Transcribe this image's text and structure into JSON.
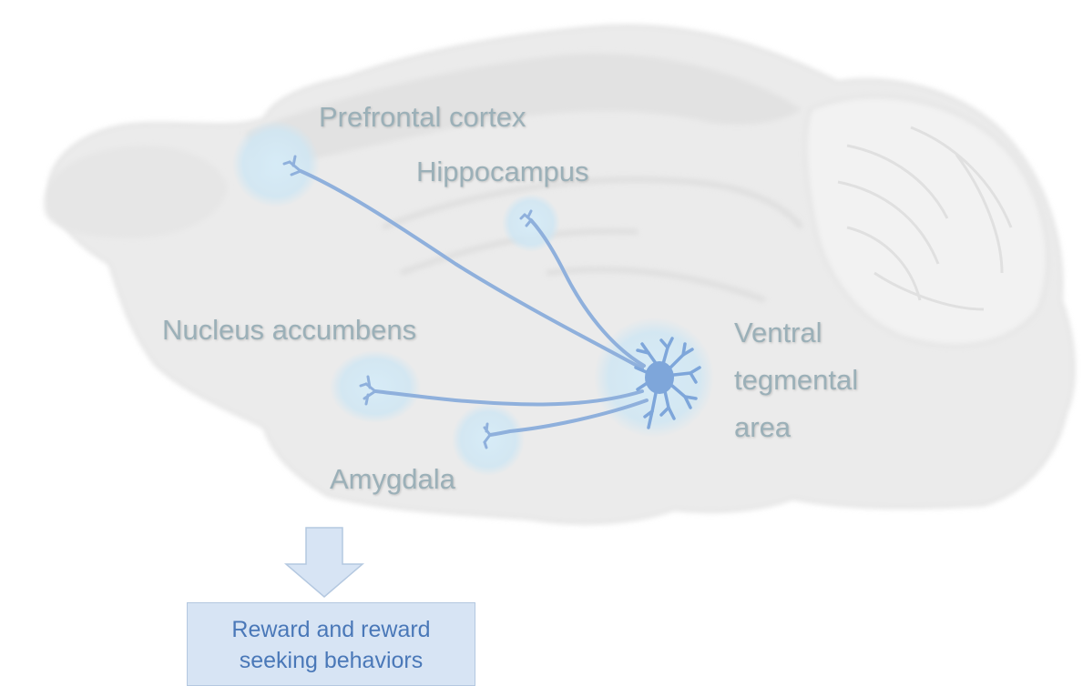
{
  "labels": {
    "prefrontal_cortex": "Prefrontal cortex",
    "hippocampus": "Hippocampus",
    "nucleus_accumbens": "Nucleus accumbens",
    "amygdala": "Amygdala",
    "vta_line1": "Ventral",
    "vta_line2": "tegmental",
    "vta_line3": "area"
  },
  "outcome": {
    "line1": "Reward and reward",
    "line2": "seeking behaviors"
  },
  "colors": {
    "projection": "#8fb0dc",
    "neuron": "#7ea6da",
    "halo": "#cfe6f3",
    "label": "#9bb0b8",
    "arrow_fill": "#d7e4f4",
    "arrow_stroke": "#b4c8e0",
    "brain": "#ececec"
  }
}
